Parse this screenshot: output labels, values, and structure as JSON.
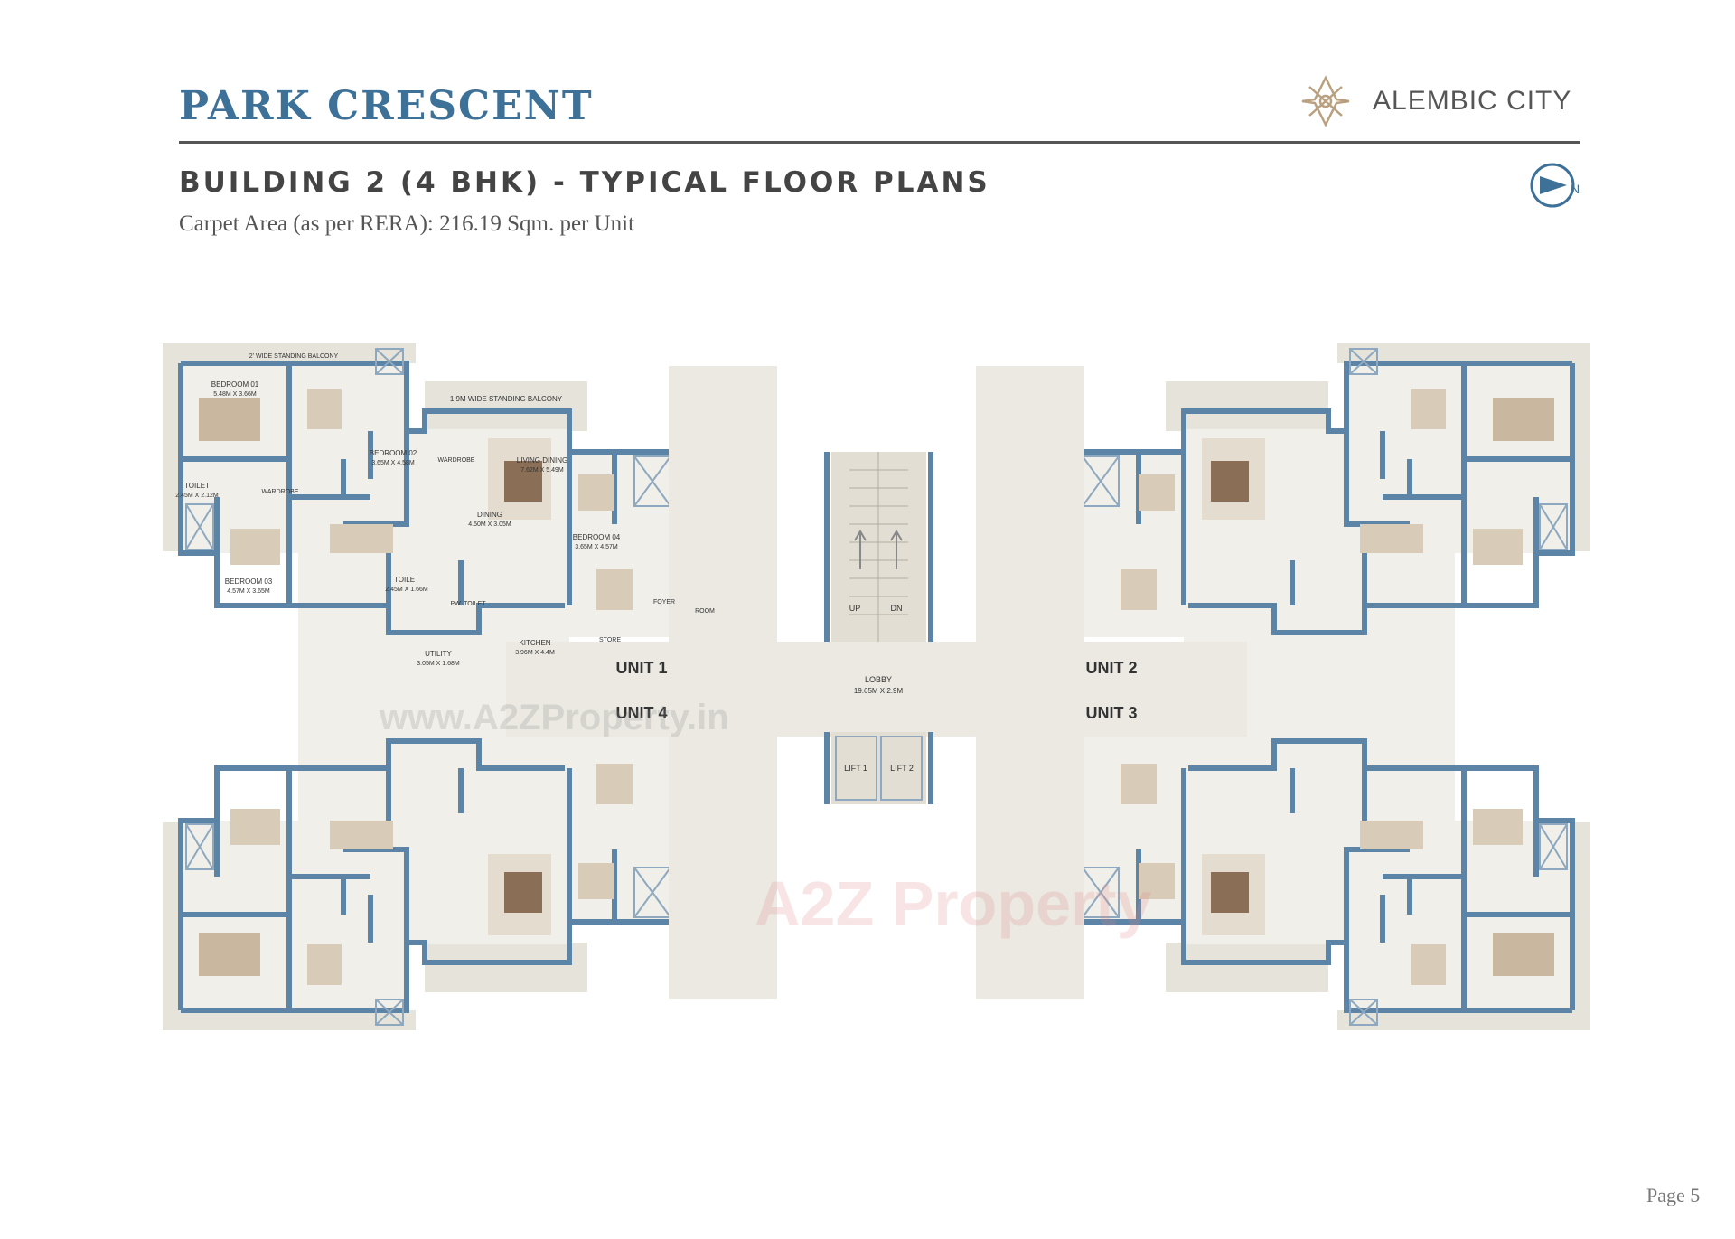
{
  "header": {
    "project_title": "PARK CRESCENT",
    "brand_name": "ALEMBIC CITY",
    "brand_logo_icon": "alembic-star-logo-icon",
    "subtitle": "BUILDING 2 (4 BHK) - TYPICAL FLOOR PLANS",
    "carpet_area": "Carpet Area (as per RERA):  216.19  Sqm. per Unit",
    "north_label": "N",
    "north_icon": "north-arrow-icon"
  },
  "units": {
    "unit_1": "UNIT 1",
    "unit_2": "UNIT 2",
    "unit_3": "UNIT 3",
    "unit_4": "UNIT 4"
  },
  "core": {
    "lobby": "LOBBY",
    "lobby_size": "19.65M X 2.9M",
    "stair_up": "UP",
    "stair_dn": "DN",
    "lift_1": "LIFT 1",
    "lift_2": "LIFT 2"
  },
  "rooms": {
    "balcony_2": "2' WIDE STANDING BALCONY",
    "balcony_19": "1.9M WIDE STANDING BALCONY",
    "bedroom01": "BEDROOM 01",
    "bedroom01_size": "5.48M X 3.66M",
    "bedroom02": "BEDROOM 02",
    "bedroom02_size": "3.65M X 4.58M",
    "bedroom03": "BEDROOM 03",
    "bedroom03_size": "4.57M X 3.65M",
    "bedroom04": "BEDROOM 04",
    "bedroom04_size": "3.65M X 4.57M",
    "living": "LIVING DINING",
    "living_size": "7.62M X 5.49M",
    "dining": "DINING",
    "dining_size": "4.50M X 3.05M",
    "kitchen": "KITCHEN",
    "kitchen_size": "3.96M X 4.4M",
    "utility": "UTILITY",
    "utility_size": "3.05M X 1.68M",
    "toilet": "TOILET",
    "toilet_size": "2.45M X 2.12M",
    "toilet3_size": "2.45M X 1.66M",
    "wardrobe": "WARDROBE",
    "foyer": "FOYER",
    "store": "STORE",
    "room": "ROOM",
    "pw_toilet": "PW. TOILET"
  },
  "footer": {
    "page": "Page 5"
  },
  "watermarks": {
    "text_1": "www.A2ZProperty.in",
    "text_2": "A2Z Property"
  },
  "colors": {
    "title": "#3d7197",
    "wall": "#5b84a7",
    "floor": "#f1efe9",
    "balcony": "#e5e3da",
    "furniture": "#c9b79f",
    "carpet": "#8b6e56"
  }
}
